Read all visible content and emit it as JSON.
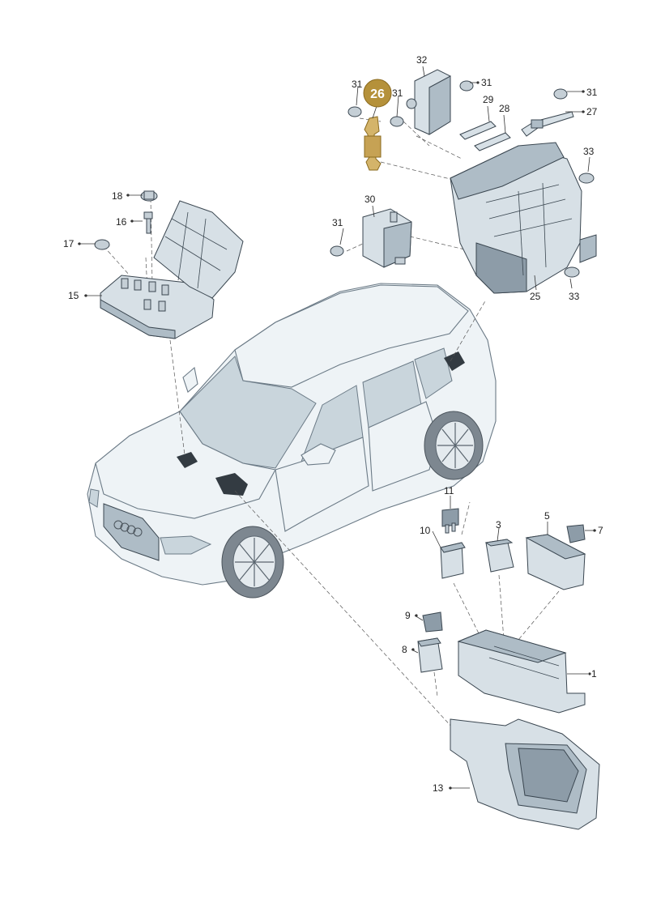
{
  "diagram": {
    "highlight": {
      "number": "26",
      "badge_color": "#b5913a",
      "part_color": "#d4b46a"
    },
    "callouts": {
      "c1": "1",
      "c3": "3",
      "c5": "5",
      "c7": "7",
      "c8": "8",
      "c9": "9",
      "c10": "10",
      "c11": "11",
      "c13": "13",
      "c15": "15",
      "c16": "16",
      "c17": "17",
      "c18": "18",
      "c25": "25",
      "c27": "27",
      "c28": "28",
      "c29": "29",
      "c30": "30",
      "c31a": "31",
      "c31b": "31",
      "c31c": "31",
      "c31d": "31",
      "c31e": "31",
      "c32": "32",
      "c33a": "33",
      "c33b": "33"
    },
    "colors": {
      "part_fill": "#d7e0e6",
      "part_shadow": "#aebcc6",
      "outline": "#3a4650"
    }
  }
}
